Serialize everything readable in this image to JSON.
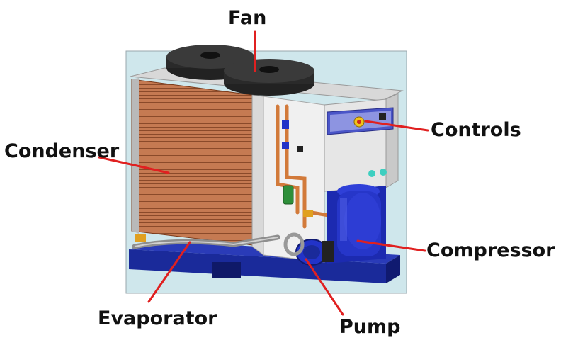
{
  "labels": {
    "fan": "Fan",
    "condenser": "Condenser",
    "controls": "Controls",
    "compressor": "Compressor",
    "evaporator": "Evaporator",
    "pump": "Pump"
  },
  "colors": {
    "background_panel": "#cfe7ec",
    "condenser_coil": "#c57a52",
    "frame": "#1a2a9a",
    "compressor": "#2233c8",
    "cabinet": "#e6e6e6",
    "pipe": "#d27a3a",
    "leader_line": "#e02020",
    "fan": "#222222"
  }
}
